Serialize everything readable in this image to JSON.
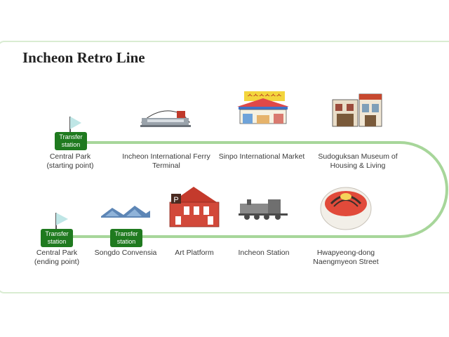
{
  "title": "Incheon Retro Line",
  "transfer_badge": [
    "Transfer",
    "station"
  ],
  "stations": [
    {
      "id": "central-park-start",
      "lines": [
        "Central Park",
        "(starting point)"
      ]
    },
    {
      "id": "ferry-terminal",
      "lines": [
        "Incheon International Ferry",
        "Terminal"
      ]
    },
    {
      "id": "sinpo-market",
      "lines": [
        "Sinpo International Market"
      ]
    },
    {
      "id": "sudoguksan-museum",
      "lines": [
        "Sudoguksan Museum of",
        "Housing & Living"
      ]
    },
    {
      "id": "hwapyeong-dong",
      "lines": [
        "Hwapyeong-dong",
        "Naengmyeon Street"
      ]
    },
    {
      "id": "incheon-station",
      "lines": [
        "Incheon Station"
      ]
    },
    {
      "id": "art-platform",
      "lines": [
        "Art Platform"
      ]
    },
    {
      "id": "songdo-convensia",
      "lines": [
        "Songdo Convensia"
      ]
    },
    {
      "id": "central-park-end",
      "lines": [
        "Central Park",
        "(ending point)"
      ]
    }
  ],
  "colors": {
    "route": "#a7d69a",
    "badge": "#1f7a1f",
    "flag": "#bfe6e6"
  }
}
